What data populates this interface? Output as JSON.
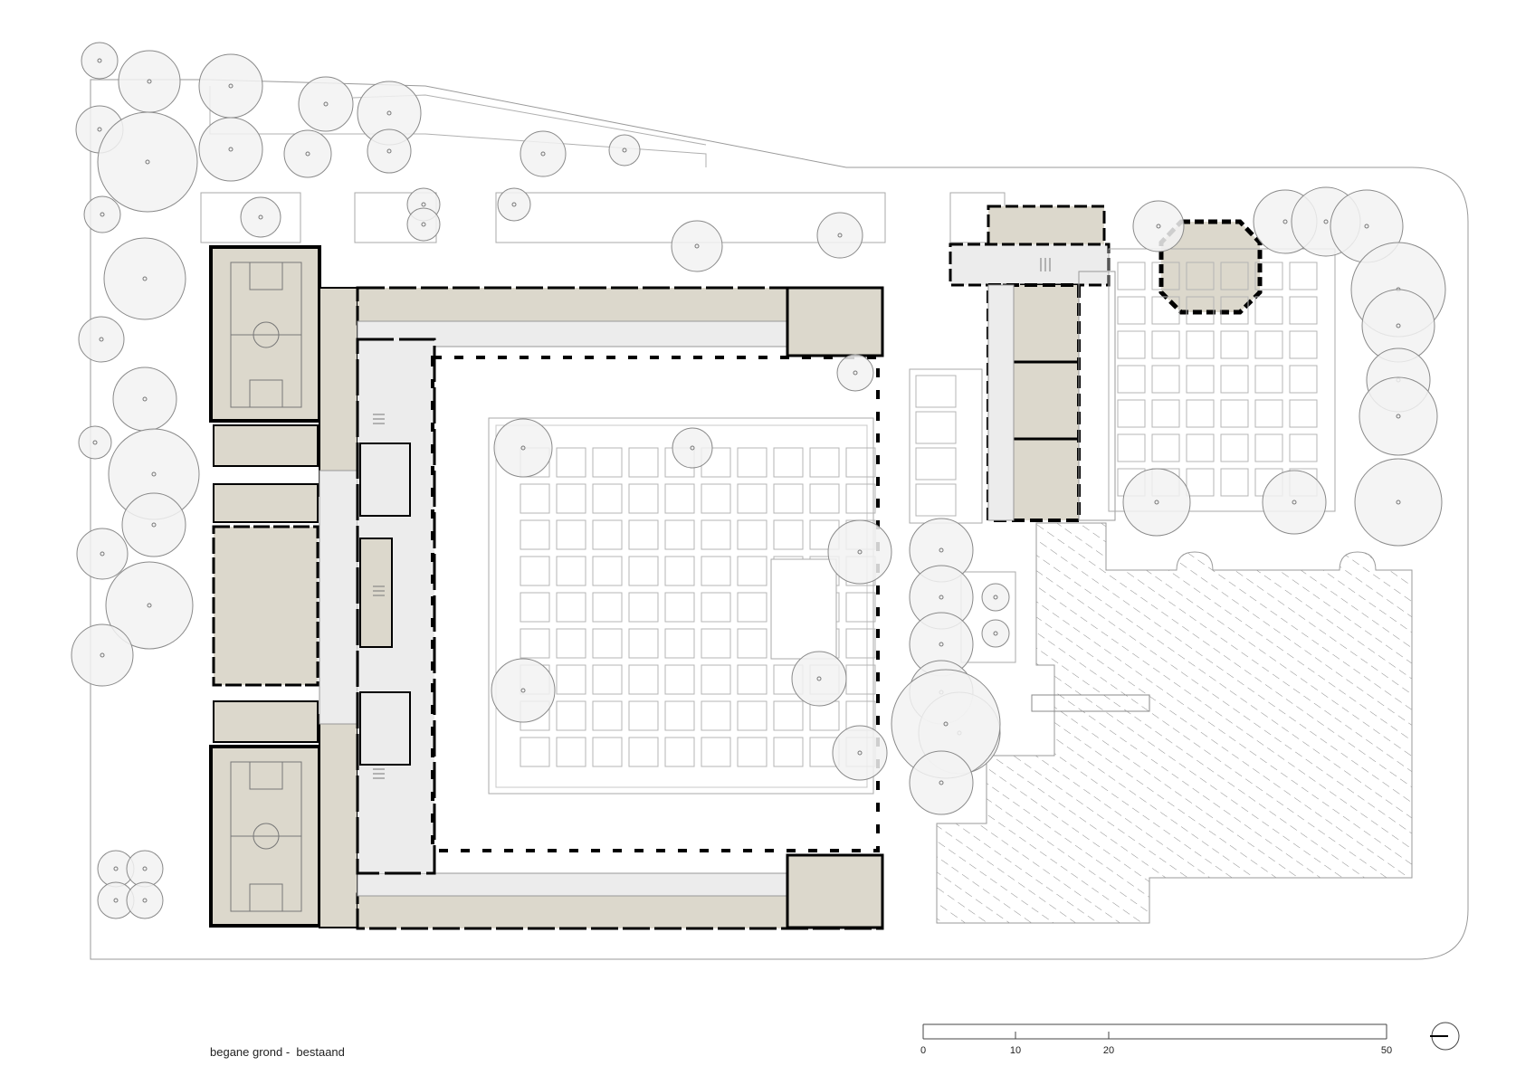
{
  "drawing": {
    "title": "begane grond -  bestaand"
  },
  "scale_bar": {
    "ticks": [
      "0",
      "10",
      "20",
      "50"
    ]
  },
  "colors": {
    "room_fill": "#dcd8cc",
    "corridor_fill": "#ececec",
    "wall": "#000000",
    "line": "#9a9a9a",
    "tree_fill": "#f2f2f2",
    "hatch": "#8c8c8c"
  },
  "icons": {
    "north_arrow": "north-arrow-icon",
    "tree": "tree-icon",
    "sports_court": "sports-court-icon",
    "staircase": "staircase-icon"
  }
}
